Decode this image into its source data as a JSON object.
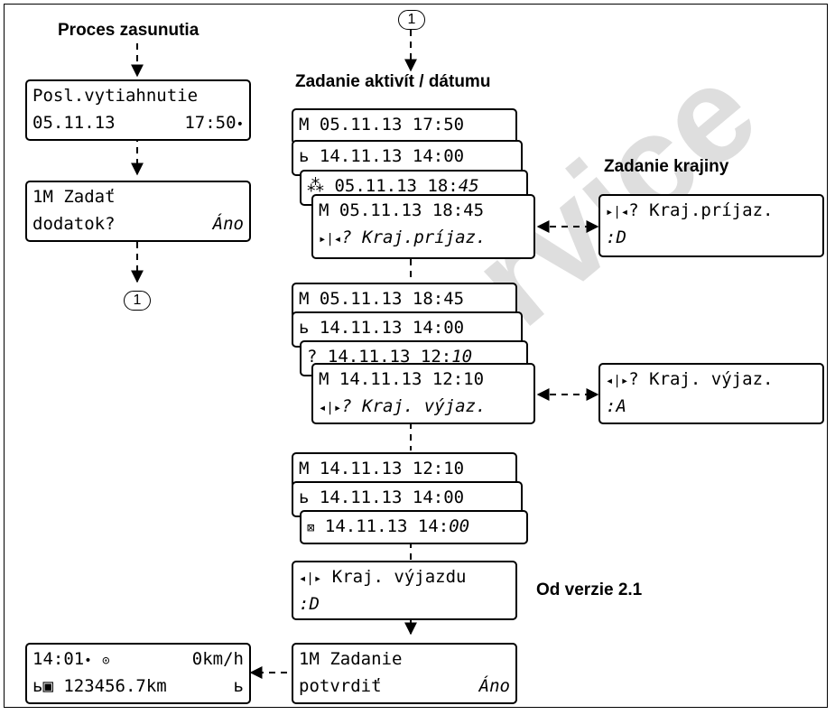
{
  "watermark": "Service",
  "headings": {
    "insert_process": "Proces zasunutia",
    "activity_entry": "Zadanie aktivít / dátumu",
    "country_entry": "Zadanie krajiny",
    "version_note": "Od verzie 2.1"
  },
  "connector_label": "1",
  "screens": {
    "last_withdrawal": {
      "line1": "Posl.vytiahnutie",
      "date": "05.11.13",
      "time": "17:50"
    },
    "add_supplement": {
      "line1": "1M Zadať",
      "line2": "dodatok?",
      "answer": "Áno"
    },
    "stack1": {
      "a": {
        "sym": "M",
        "date": "05.11.13",
        "time": "17:50"
      },
      "b": {
        "sym": "ь",
        "date": "14.11.13",
        "time": "14:00"
      },
      "c": {
        "sym": "⁂",
        "date": "05.11.13",
        "time_fixed": "18:",
        "time_edit": "45"
      },
      "d": {
        "line1": "M 05.11.13 18:45",
        "sym": "▸|◂",
        "prompt": "? Kraj.príjaz."
      }
    },
    "country_start": {
      "sym": "▸|◂",
      "prompt": "? Kraj.príjaz.",
      "value": "D"
    },
    "stack2": {
      "a": {
        "sym": "M",
        "date": "05.11.13",
        "time": "18:45"
      },
      "b": {
        "sym": "ь",
        "date": "14.11.13",
        "time": "14:00"
      },
      "c": {
        "sym": "?",
        "date": "14.11.13",
        "time_fixed": "12:",
        "time_edit": "10"
      },
      "d": {
        "line1": "M 14.11.13 12:10",
        "sym": "◂|▸",
        "prompt": "? Kraj. výjaz."
      }
    },
    "country_end": {
      "sym": "◂|▸",
      "prompt": "? Kraj. výjaz.",
      "value": "A"
    },
    "stack3": {
      "a": {
        "sym": "M",
        "date": "14.11.13",
        "time": "12:10"
      },
      "b": {
        "sym": "ь",
        "date": "14.11.13",
        "time": "14:00"
      },
      "c": {
        "sym": "⊠",
        "date": "14.11.13",
        "time_fixed": "14:",
        "time_edit": "00"
      }
    },
    "exit_country": {
      "sym": "◂|▸",
      "line1": "Kraj. výjazdu",
      "value": "D"
    },
    "confirm_entry": {
      "line1": "1M Zadanie",
      "line2": "potvrdiť",
      "answer": "Áno"
    },
    "standard": {
      "time": "14:01",
      "speed": "0km/h",
      "sym": "ь▣",
      "odometer": "123456.7km",
      "sym2": "ь"
    }
  }
}
